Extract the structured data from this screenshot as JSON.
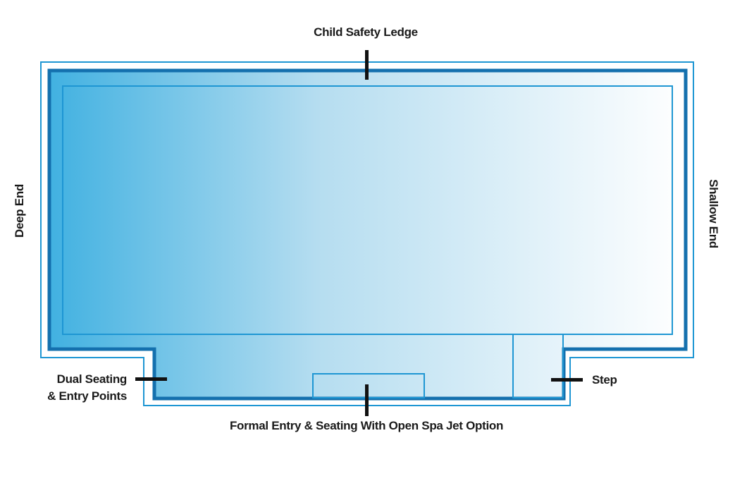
{
  "diagram": {
    "type": "pool-floorplan",
    "labels": {
      "child_safety_ledge": "Child Safety Ledge",
      "deep_end": "Deep End",
      "shallow_end": "Shallow End",
      "dual_seating_line1": "Dual Seating",
      "dual_seating_line2": "& Entry Points",
      "step": "Step",
      "formal_entry": "Formal Entry & Seating With Open Spa Jet Option"
    },
    "colors": {
      "outline_thin": "#1e96d3",
      "outline_thick": "#1470ae",
      "water_deep": "#41b1e1",
      "water_mid": "#b5ddf0",
      "water_shallow": "#ffffff",
      "tick": "#111111",
      "text": "#1a1a1a",
      "background": "#ffffff"
    }
  }
}
